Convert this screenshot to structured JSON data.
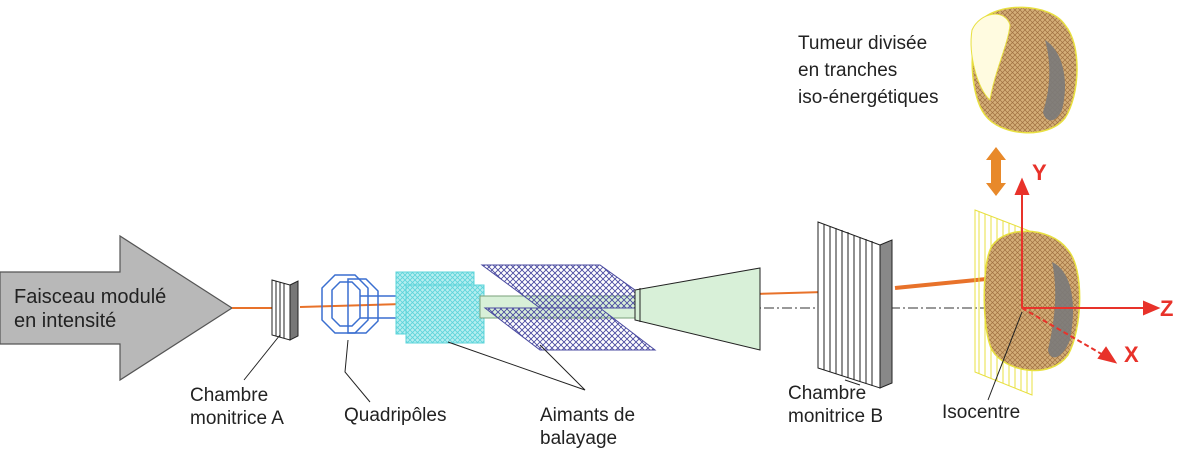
{
  "labels": {
    "beam": [
      "Faisceau modulé",
      "en intensité"
    ],
    "chamber_a": [
      "Chambre",
      "monitrice A"
    ],
    "quadrupoles": "Quadripôles",
    "scanning_magnets": [
      "Aimants de",
      "balayage"
    ],
    "chamber_b": [
      "Chambre",
      "monitrice B"
    ],
    "isocentre": "Isocentre",
    "tumor": [
      "Tumeur divisée",
      "en tranches",
      "iso-énergétiques"
    ]
  },
  "axes": {
    "x": "X",
    "y": "Y",
    "z": "Z"
  },
  "colors": {
    "beam_line": "#e8722a",
    "axis": "#e8322a",
    "arrow_fill": "#b8b8b8",
    "magnet": "#4a4aa0",
    "quadrupole_box": "#6fe0e6",
    "tumor_outline": "#f0e040",
    "tumor_fill": "#c8a060",
    "cone_fill": "#d8f0d8"
  }
}
